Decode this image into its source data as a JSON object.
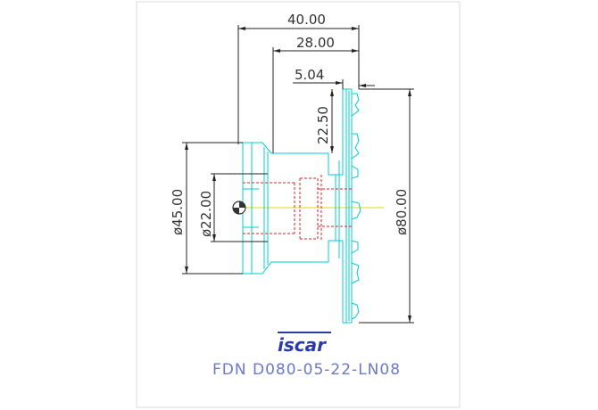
{
  "drawing": {
    "dimensions": {
      "overall_length": "40.00",
      "body_length": "28.00",
      "insert_offset": "5.04",
      "flange_height": "22.50",
      "bore_diameter": "ø22.00",
      "hub_diameter": "ø45.00",
      "cutter_diameter": "ø80.00"
    },
    "brand": "iscar",
    "part_number": "FDN D080-05-22-LN08"
  },
  "colors": {
    "border": "#d8ddd8",
    "outline": "#00cccc",
    "hidden": "#dd2222",
    "centerline": "#dddd00",
    "dimension": "#222222",
    "brand": "#2c3aa6",
    "title": "#6c78c8"
  }
}
